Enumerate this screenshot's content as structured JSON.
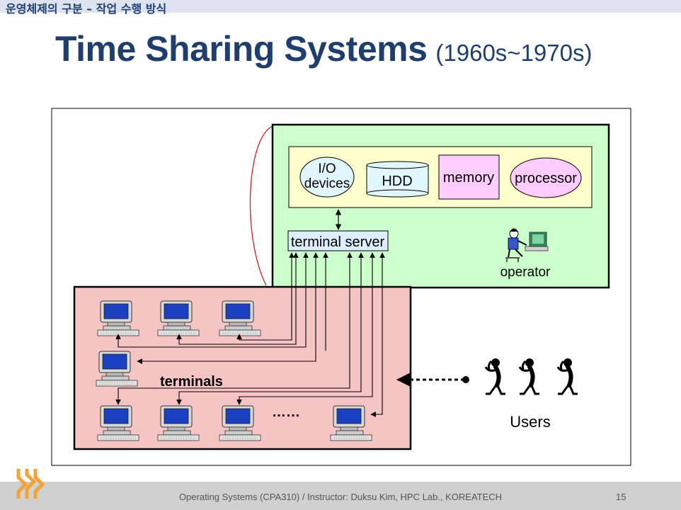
{
  "header": {
    "section": "운영체제의 구분 – 작업 수행 방식"
  },
  "slide": {
    "title": "Time Sharing Systems",
    "period": "(1960s~1970s)"
  },
  "diagram": {
    "components": {
      "io_line1": "I/O",
      "io_line2": "devices",
      "hdd": "HDD",
      "memory": "memory",
      "processor": "processor"
    },
    "terminal_server": "terminal server",
    "operator": "operator",
    "terminals": "terminals",
    "dots": "……",
    "users": "Users"
  },
  "colors": {
    "computer_box": "#ccffcc",
    "component_box": "#ffffcc",
    "terminal_area": "#f7c4c4",
    "memory_box": "#ffccff",
    "oval_fill": "#e0f7ff",
    "title": "#1e3f6e"
  },
  "footer": {
    "credit": "Operating Systems (CPA310) / Instructor: Duksu Kim, HPC Lab., KOREATECH",
    "page": "15"
  }
}
